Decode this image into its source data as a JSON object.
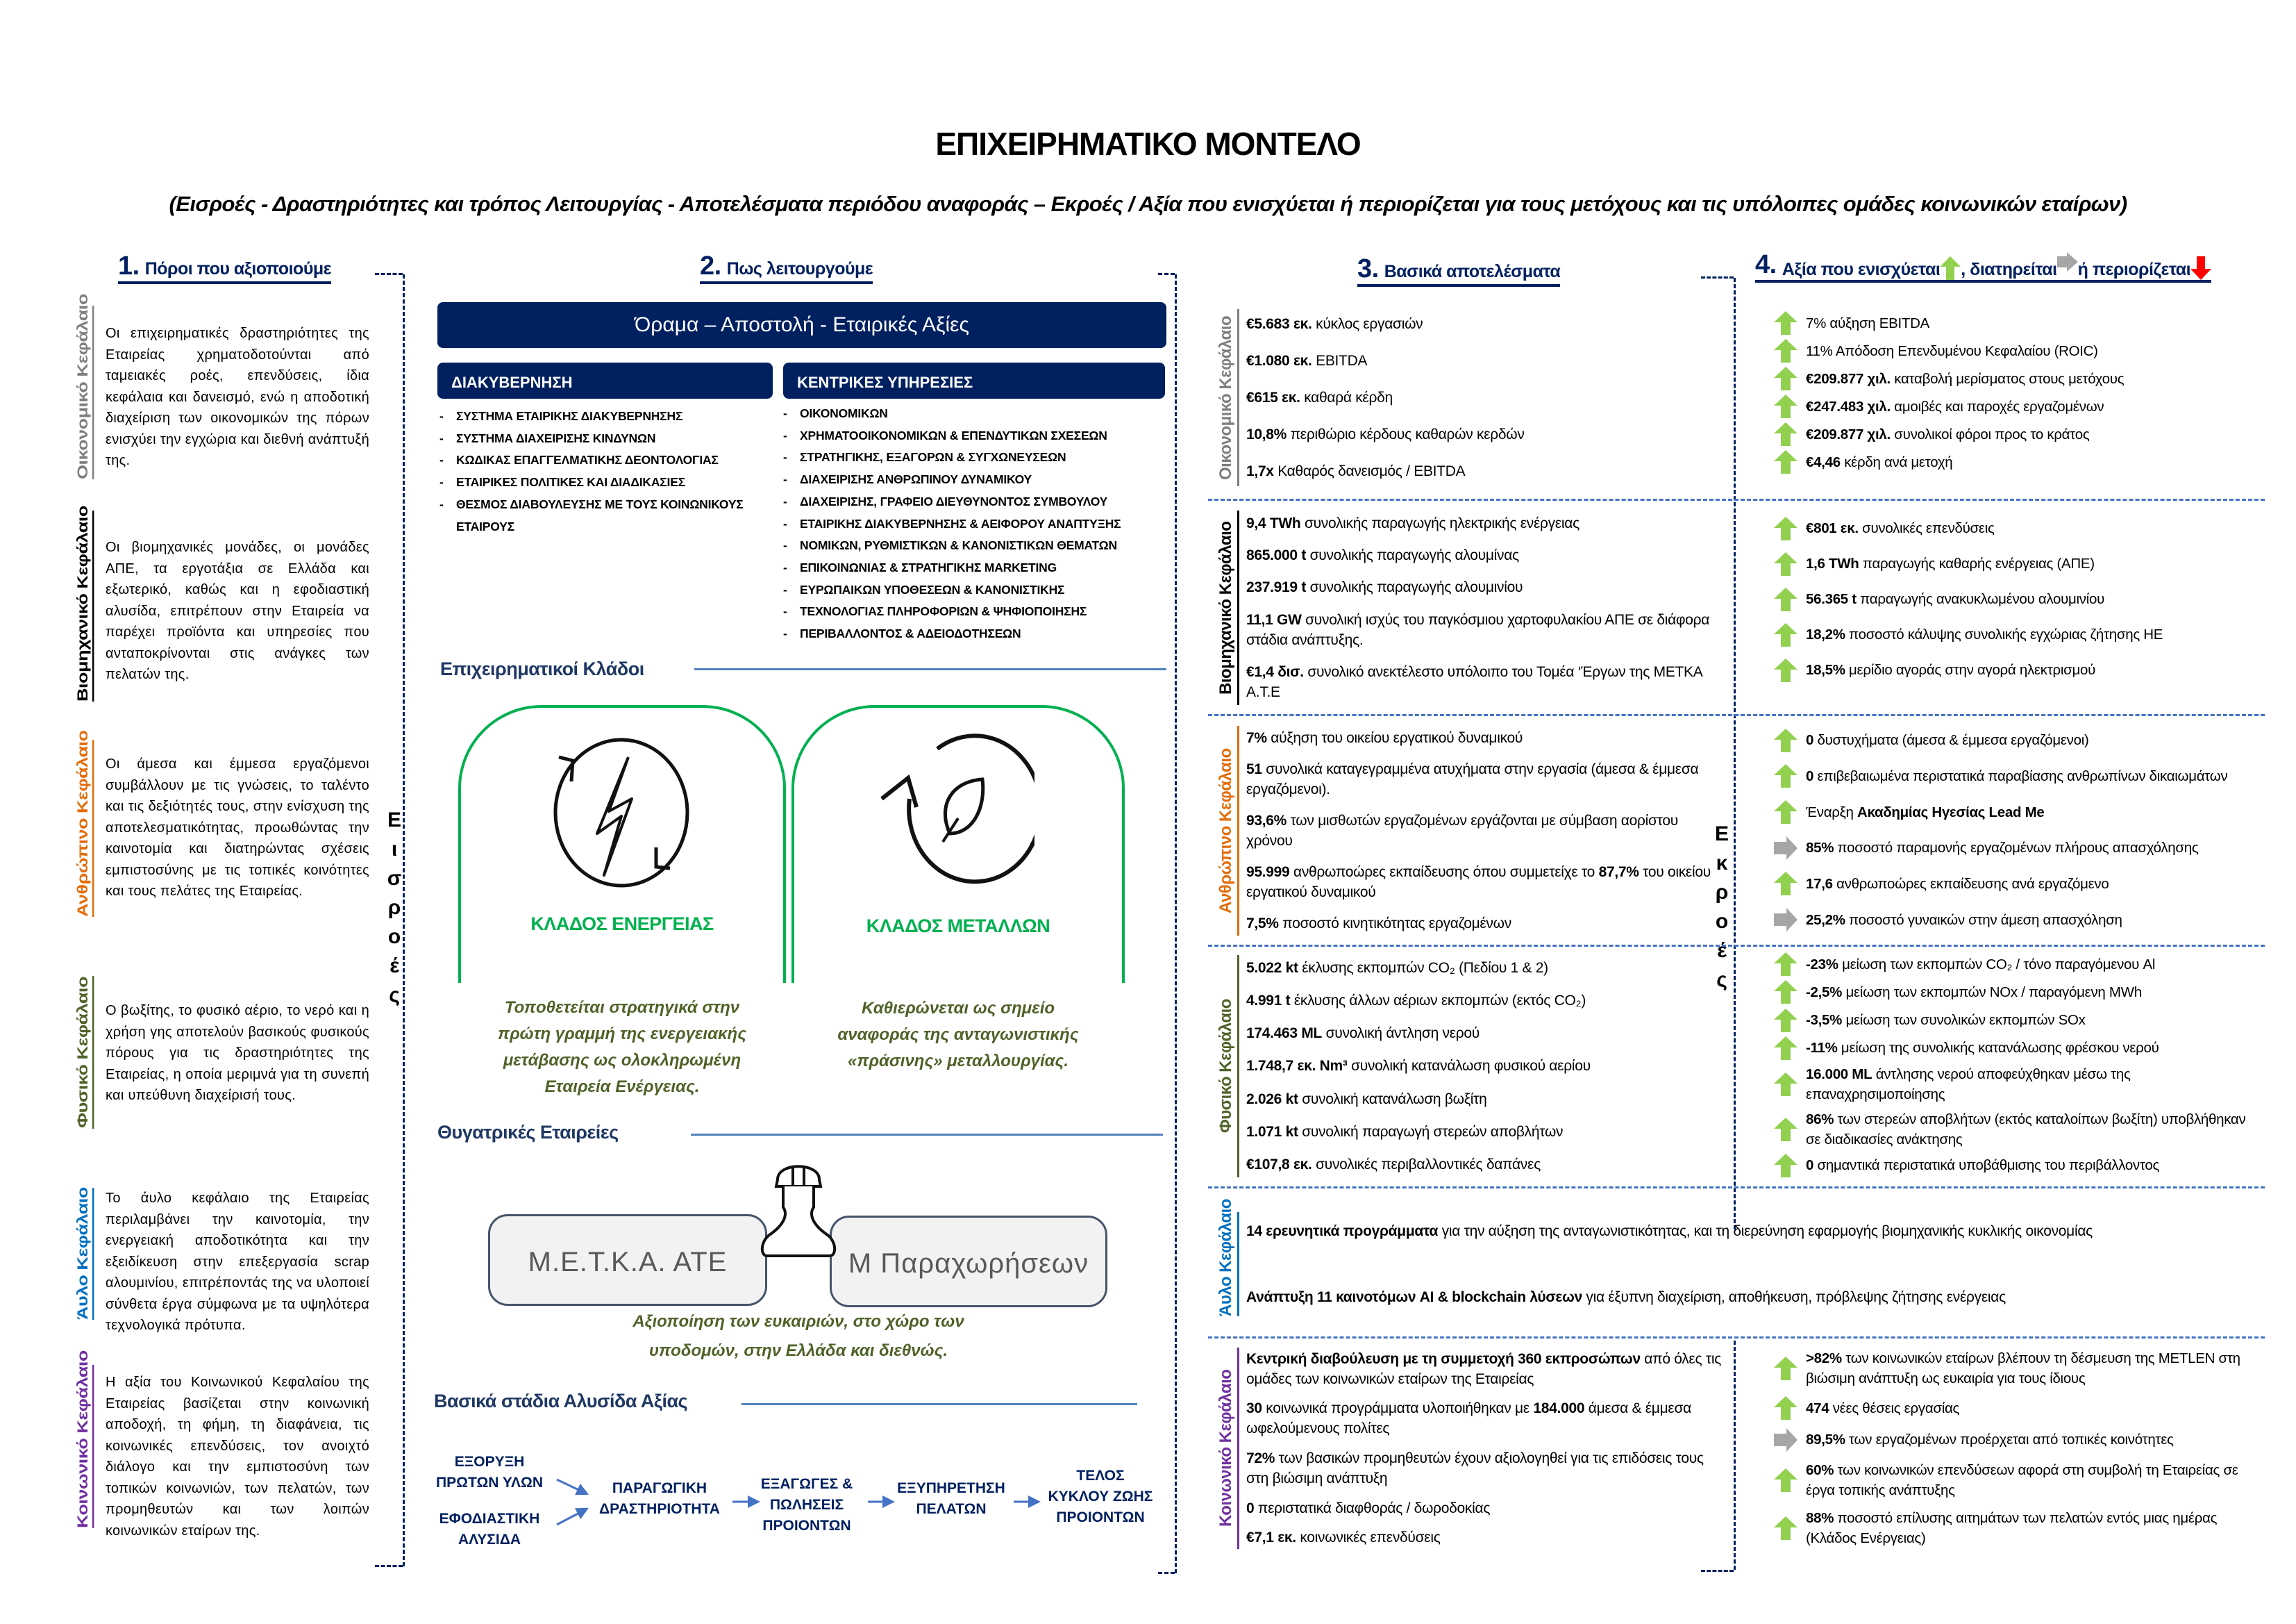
{
  "header": {
    "title": "ΕΠΙΧΕΙΡΗΜΑΤΙΚΟ ΜΟΝΤΕΛΟ",
    "subtitle": "(Εισροές - Δραστηριότητες και τρόπος Λειτουργίας - Αποτελέσματα περιόδου αναφοράς – Εκροές / Αξία που ενισχύεται ή περιορίζεται για τους μετόχους και τις υπόλοιπες ομάδες κοινωνικών εταίρων)"
  },
  "columns": {
    "c1": {
      "num": "1.",
      "title": "Πόροι που αξιοποιούμε"
    },
    "c2": {
      "num": "2.",
      "title": "Πως λειτουργούμε"
    },
    "c3": {
      "num": "3.",
      "title": "Βασικά αποτελέσματα"
    },
    "c4": {
      "num": "4.",
      "title_a": "Αξία που ενισχύεται",
      "title_b": ", διατηρείται",
      "title_c": " ή περιορίζεται"
    }
  },
  "inputs_label": "Εισροές",
  "outputs_label": "Εκροές",
  "capitals": [
    {
      "label": "Οικονομικό Κεφάλαιο",
      "color": "#7f7f7f",
      "text": "Οι επιχειρηματικές δραστηριότητες της Εταιρείας χρηματοδοτούνται από ταμειακές ροές, επενδύσεις, ίδια κεφάλαια και δανεισμό, ενώ η αποδοτική διαχείριση των οικονομικών της πόρων ενισχύει την εγχώρια και διεθνή ανάπτυξή της."
    },
    {
      "label": "Βιομηχανικό Κεφάλαιο",
      "color": "#000000",
      "text": "Οι βιομηχανικές μονάδες, οι μονάδες ΑΠΕ, τα εργοτάξια σε Ελλάδα και εξωτερικό, καθώς και η εφοδιαστική αλυσίδα, επιτρέπουν στην Εταιρεία να παρέχει προϊόντα και υπηρεσίες που ανταποκρίνονται στις ανάγκες των πελατών της."
    },
    {
      "label": "Ανθρώπινο Κεφάλαιο",
      "color": "#e36c09",
      "text": "Οι άμεσα και έμμεσα εργαζόμενοι συμβάλλουν με τις γνώσεις, το ταλέντο και τις δεξιότητές τους, στην ενίσχυση της αποτελεσματικότητας, προωθώντας την καινοτομία και διατηρώντας σχέσεις εμπιστοσύνης με τις τοπικές κοινότητες και τους πελάτες της Εταιρείας."
    },
    {
      "label": "Φυσικό Κεφάλαιο",
      "color": "#4f6228",
      "text": "Ο βωξίτης, το φυσικό αέριο, το νερό και η χρήση γης αποτελούν βασικούς φυσικούς πόρους για τις δραστηριότητες της Εταιρείας, η οποία μεριμνά για τη συνεπή και υπεύθυνη διαχείρισή τους."
    },
    {
      "label": "Άυλο Κεφάλαιο",
      "color": "#0070c0",
      "text": "Το άυλο κεφάλαιο της Εταιρείας περιλαμβάνει την καινοτομία, την ενεργειακή αποδοτικότητα και την εξειδίκευση στην επεξεργασία scrap αλουμινίου, επιτρέποντάς της να υλοποιεί σύνθετα έργα σύμφωνα με τα υψηλότερα τεχνολογικά πρότυπα."
    },
    {
      "label": "Κοινωνικό Κεφάλαιο",
      "color": "#7030a0",
      "text": "Η αξία του Κοινωνικού Κεφαλαίου της Εταιρείας βασίζεται στην κοινωνική αποδοχή, τη φήμη, τη διαφάνεια, τις κοινωνικές επενδύσεις, τον ανοιχτό διάλογο και την εμπιστοσύνη των τοπικών κοινωνιών, των πελατών, των προμηθευτών και των λοιπών κοινωνικών εταίρων της."
    }
  ],
  "operations": {
    "vision": "Όραμα – Αποστολή - Εταιρικές Αξίες",
    "governance": {
      "title": "ΔΙΑΚΥΒΕΡΝΗΣΗ",
      "items": [
        "ΣΥΣΤΗΜΑ ΕΤΑΙΡΙΚΗΣ ΔΙΑΚΥΒΕΡΝΗΣΗΣ",
        "ΣΥΣΤΗΜΑ ΔΙΑΧΕΙΡΙΣΗΣ ΚΙΝΔΥΝΩΝ",
        "ΚΩΔΙΚΑΣ ΕΠΑΓΓΕΛΜΑΤΙΚΗΣ ΔΕΟΝΤΟΛΟΓΙΑΣ",
        "ΕΤΑΙΡΙΚΕΣ ΠΟΛΙΤΙΚΕΣ ΚΑΙ ΔΙΑΔΙΚΑΣΙΕΣ",
        "ΘΕΣΜΟΣ ΔΙΑΒΟΥΛΕΥΣΗΣ ΜΕ ΤΟΥΣ ΚΟΙΝΩΝΙΚΟΥΣ",
        "ΕΤΑΙΡΟΥΣ"
      ]
    },
    "services": {
      "title": "ΚΕΝΤΡΙΚΕΣ ΥΠΗΡΕΣΙΕΣ",
      "items": [
        "ΟΙΚΟΝΟΜΙΚΩΝ",
        "ΧΡΗΜΑΤΟΟΙΚΟΝΟΜΙΚΩΝ & ΕΠΕΝΔΥΤΙΚΩΝ ΣΧΕΣΕΩΝ",
        "ΣΤΡΑΤΗΓΙΚΗΣ, ΕΞΑΓΟΡΩΝ & ΣΥΓΧΩΝΕΥΣΕΩΝ",
        "ΔΙΑΧΕΙΡΙΣΗΣ ΑΝΘΡΩΠΙΝΟΥ ΔΥΝΑΜΙΚΟΥ",
        "ΔΙΑΧΕΙΡΙΣΗΣ, ΓΡΑΦΕΙΟ ΔΙΕΥΘΥΝΟΝΤΟΣ ΣΥΜΒΟΥΛΟΥ",
        "ΕΤΑΙΡΙΚΗΣ ΔΙΑΚΥΒΕΡΝΗΣΗΣ & ΑΕΙΦΟΡΟΥ ΑΝΑΠΤΥΞΗΣ",
        "ΝΟΜΙΚΩΝ, ΡΥΘΜΙΣΤΙΚΩΝ & ΚΑΝΟΝΙΣΤΙΚΩΝ ΘΕΜΑΤΩΝ",
        "ΕΠΙΚΟΙΝΩΝΙΑΣ & ΣΤΡΑΤΗΓΙΚΗΣ MARKETING",
        "ΕΥΡΩΠΑΙΚΩΝ ΥΠΟΘΕΣΕΩΝ & ΚΑΝΟΝΙΣΤΙΚΗΣ",
        "ΤΕΧΝΟΛΟΓΙΑΣ ΠΛΗΡΟΦΟΡΙΩΝ & ΨΗΦΙΟΠΟΙΗΣΗΣ",
        "ΠΕΡΙΒΑΛΛΟΝΤΟΣ & ΑΔΕΙΟΔΟΤΗΣΕΩΝ"
      ]
    },
    "sectors_title": "Επιχειρηματικοί Κλάδοι",
    "energy": {
      "label": "ΚΛΑΔΟΣ ΕΝΕΡΓΕΙΑΣ",
      "lines": [
        "Τοποθετείται στρατηγικά  στην",
        "πρώτη γραμμή της ενεργειακής",
        "μετάβασης ως ολοκληρωμένη",
        "Εταιρεία Ενέργειας."
      ]
    },
    "metals": {
      "label": "ΚΛΑΔΟΣ ΜΕΤΑΛΛΩΝ",
      "lines": [
        "Καθιερώνεται ως σημείο",
        "αναφοράς της ανταγωνιστικής",
        "«πράσινης» μεταλλουργίας."
      ]
    },
    "subsidiaries_title": "Θυγατρικές Εταιρείες",
    "subsidiaries": [
      "Μ.Ε.Τ.Κ.Α. ΑΤΕ",
      "Μ Παραχωρήσεων"
    ],
    "subsidiaries_lines": [
      "Αξιοποίηση των ευκαιριών, στο χώρο των",
      "υποδομών, στην Ελλάδα και διεθνώς."
    ],
    "value_chain_title": "Βασικά στάδια Αλυσίδα Αξίας",
    "stages": [
      [
        "ΕΞΟΡΥΞΗ",
        "ΠΡΩΤΩΝ ΥΛΩΝ"
      ],
      [
        "ΕΦΟΔΙΑΣΤΙΚΗ",
        "ΑΛΥΣΙΔΑ"
      ],
      [
        "ΠΑΡΑΓΩΓΙΚΗ",
        "ΔΡΑΣΤΗΡΙΟΤΗΤΑ"
      ],
      [
        "ΕΞΑΓΩΓΕΣ &",
        "ΠΩΛΗΣΕΙΣ",
        "ΠΡΟΙΟΝΤΩΝ"
      ],
      [
        "ΕΞΥΠΗΡΕΤΗΣΗ",
        "ΠΕΛΑΤΩΝ"
      ],
      [
        "ΤΕΛΟΣ",
        "ΚΥΚΛΟΥ ΖΩΗΣ",
        "ΠΡΟΙΟΝΤΩΝ"
      ]
    ]
  },
  "results": [
    {
      "label": "Οικονομικό Κεφάλαιο",
      "color": "#7f7f7f",
      "items": [
        {
          "segs": [
            {
              "b": "€5.683 εκ."
            },
            {
              "t": " κύκλος εργασιών"
            }
          ]
        },
        {
          "segs": [
            {
              "b": "€1.080 εκ."
            },
            {
              "t": " EBITDA"
            }
          ]
        },
        {
          "segs": [
            {
              "b": "€615 εκ."
            },
            {
              "t": " καθαρά κέρδη"
            }
          ]
        },
        {
          "segs": [
            {
              "b": "10,8%"
            },
            {
              "t": " περιθώριο κέρδους καθαρών κερδών"
            }
          ]
        },
        {
          "segs": [
            {
              "b": "1,7x"
            },
            {
              "t": " Καθαρός δανεισμός / EBITDA"
            }
          ]
        }
      ]
    },
    {
      "label": "Βιομηχανικό Κεφάλαιο",
      "color": "#000000",
      "items": [
        {
          "segs": [
            {
              "b": "9,4  TWh"
            },
            {
              "t": " συνολικής παραγωγής ηλεκτρικής ενέργειας"
            }
          ]
        },
        {
          "segs": [
            {
              "b": "865.000 t"
            },
            {
              "t": " συνολικής παραγωγής αλουμίνας"
            }
          ]
        },
        {
          "segs": [
            {
              "b": "237.919 t"
            },
            {
              "t": " συνολικής παραγωγής αλουμινίου"
            }
          ]
        },
        {
          "segs": [
            {
              "b": "11,1 GW"
            },
            {
              "t": " συνολική ισχύς του παγκόσμιου χαρτοφυλακίου ΑΠΕ  σε διάφορα στάδια ανάπτυξης."
            }
          ]
        },
        {
          "segs": [
            {
              "b": "€1,4  δισ."
            },
            {
              "t": " συνολικό ανεκτέλεστο υπόλοιπο του Τομέα ‘Έργων της ΜΕΤΚΑ Α.Τ.Ε"
            }
          ]
        }
      ]
    },
    {
      "label": "Ανθρώπινο Κεφάλαιο",
      "color": "#e36c09",
      "items": [
        {
          "segs": [
            {
              "b": "7%"
            },
            {
              "t": " αύξηση του οικείου εργατικού δυναμικού"
            }
          ]
        },
        {
          "segs": [
            {
              "b": "51"
            },
            {
              "t": " συνολικά καταγεγραμμένα ατυχήματα στην εργασία (άμεσα & έμμεσα εργαζόμενοι)."
            }
          ]
        },
        {
          "segs": [
            {
              "b": "93,6%"
            },
            {
              "t": " των μισθωτών εργαζομένων εργάζονται με σύμβαση αορίστου χρόνου"
            }
          ]
        },
        {
          "segs": [
            {
              "b": "95.999"
            },
            {
              "t": "  ανθρωποώρες εκπαίδευσης όπου συμμετείχε το "
            },
            {
              "b": "87,7%"
            },
            {
              "t": " του οικείου εργατικού δυναμικού"
            }
          ]
        },
        {
          "segs": [
            {
              "b": "7,5%"
            },
            {
              "t": " ποσοστό κινητικότητας εργαζομένων"
            }
          ]
        }
      ]
    },
    {
      "label": "Φυσικό Κεφάλαιο",
      "color": "#4f6228",
      "items": [
        {
          "segs": [
            {
              "b": "5.022 kt"
            },
            {
              "t": " έκλυσης εκπομπών CO₂ (Πεδίου 1 & 2)"
            }
          ]
        },
        {
          "segs": [
            {
              "b": "4.991 t"
            },
            {
              "t": " έκλυσης άλλων αέριων εκπομπών (εκτός CO₂)"
            }
          ]
        },
        {
          "segs": [
            {
              "b": "174.463 ML"
            },
            {
              "t": " συνολική άντληση νερού"
            }
          ]
        },
        {
          "segs": [
            {
              "b": "1.748,7 εκ. Nm³"
            },
            {
              "t": " συνολική κατανάλωση φυσικού αερίου"
            }
          ]
        },
        {
          "segs": [
            {
              "b": "2.026 kt"
            },
            {
              "t": " συνολική κατανάλωση  βωξίτη"
            }
          ]
        },
        {
          "segs": [
            {
              "b": "1.071 kt"
            },
            {
              "t": " συνολική παραγωγή στερεών αποβλήτων"
            }
          ]
        },
        {
          "segs": [
            {
              "b": "€107,8 εκ."
            },
            {
              "t": " συνολικές περιβαλλοντικές δαπάνες"
            }
          ]
        }
      ]
    },
    {
      "label": "Άυλο Κεφάλαιο",
      "color": "#0070c0",
      "items": [
        {
          "segs": [
            {
              "b": "14 ερευνητικά προγράμματα"
            },
            {
              "t": " για την αύξηση της ανταγωνιστικότητας, και τη διερεύνηση εφαρμογής βιομηχανικής κυκλικής οικονομίας"
            }
          ]
        },
        {
          "segs": [
            {
              "b": "Ανάπτυξη 11 καινοτόμων AI & blockchain λύσεων"
            },
            {
              "t": " για έξυπνη διαχείριση, αποθήκευση, πρόβλεψης ζήτησης ενέργειας"
            }
          ]
        }
      ]
    },
    {
      "label": "Κοινωνικό Κεφάλαιο",
      "color": "#7030a0",
      "items": [
        {
          "segs": [
            {
              "b": "Κεντρική διαβούλευση με τη συμμετοχή 360 εκπροσώπων"
            },
            {
              "t": " από όλες τις ομάδες των κοινωνικών εταίρων της Εταιρείας"
            }
          ]
        },
        {
          "segs": [
            {
              "b": "30"
            },
            {
              "t": "  κοινωνικά προγράμματα υλοποιήθηκαν με "
            },
            {
              "b": "184.000"
            },
            {
              "t": " άμεσα & έμμεσα ωφελούμενους πολίτες"
            }
          ]
        },
        {
          "segs": [
            {
              "b": "72%"
            },
            {
              "t": " των βασικών προμηθευτών έχουν αξιολογηθεί για τις επιδόσεις τους στη βιώσιμη ανάπτυξη"
            }
          ]
        },
        {
          "segs": [
            {
              "b": "0"
            },
            {
              "t": " περιστατικά διαφθοράς / δωροδοκίας"
            }
          ]
        },
        {
          "segs": [
            {
              "b": "€7,1 εκ."
            },
            {
              "t": " κοινωνικές επενδύσεις"
            }
          ]
        }
      ]
    }
  ],
  "value": [
    {
      "items": [
        {
          "arrow": "up",
          "segs": [
            {
              "t": "7% αύξηση EBITDA"
            }
          ]
        },
        {
          "arrow": "up",
          "segs": [
            {
              "t": "11% Απόδοση Επενδυμένου Κεφαλαίου (ROIC)"
            }
          ]
        },
        {
          "arrow": "up",
          "segs": [
            {
              "b": "€209.877 χιλ."
            },
            {
              "t": " καταβολή μερίσματος στους μετόχους"
            }
          ]
        },
        {
          "arrow": "up",
          "segs": [
            {
              "b": "€247.483 χιλ."
            },
            {
              "t": " αμοιβές και παροχές εργαζομένων"
            }
          ]
        },
        {
          "arrow": "up",
          "segs": [
            {
              "b": "€209.877 χιλ."
            },
            {
              "t": " συνολικοί φόροι προς το κράτος"
            }
          ]
        },
        {
          "arrow": "up",
          "segs": [
            {
              "b": "€4,46"
            },
            {
              "t": "  κέρδη ανά μετοχή"
            }
          ]
        }
      ]
    },
    {
      "items": [
        {
          "arrow": "up",
          "segs": [
            {
              "b": "€801 εκ."
            },
            {
              "t": " συνολικές επενδύσεις"
            }
          ]
        },
        {
          "arrow": "up",
          "segs": [
            {
              "b": "1,6 TWh"
            },
            {
              "t": " παραγωγής καθαρής ενέργειας (ΑΠΕ)"
            }
          ]
        },
        {
          "arrow": "up",
          "segs": [
            {
              "b": "56.365 t"
            },
            {
              "t": " παραγωγής ανακυκλωμένου αλουμινίου"
            }
          ]
        },
        {
          "arrow": "up",
          "segs": [
            {
              "b": "18,2%"
            },
            {
              "t": "  ποσοστό κάλυψης συνολικής εγχώριας ζήτησης ΗΕ"
            }
          ]
        },
        {
          "arrow": "up",
          "segs": [
            {
              "b": "18,5%"
            },
            {
              "t": " μερίδιο αγοράς στην αγορά ηλεκτρισμού"
            }
          ]
        }
      ]
    },
    {
      "items": [
        {
          "arrow": "up",
          "segs": [
            {
              "b": "0"
            },
            {
              "t": " δυστυχήματα (άμεσα & έμμεσα εργαζόμενοι)"
            }
          ]
        },
        {
          "arrow": "up",
          "segs": [
            {
              "b": "0"
            },
            {
              "t": " επιβεβαιωμένα περιστατικά παραβίασης ανθρωπίνων δικαιωμάτων"
            }
          ]
        },
        {
          "arrow": "up",
          "segs": [
            {
              "t": "Έναρξη "
            },
            {
              "b": "Ακαδημίας Ηγεσίας Lead Me"
            }
          ]
        },
        {
          "arrow": "right",
          "segs": [
            {
              "b": "85%"
            },
            {
              "t": " ποσοστό παραμονής εργαζομένων πλήρους απασχόλησης"
            }
          ]
        },
        {
          "arrow": "up",
          "segs": [
            {
              "b": "17,6"
            },
            {
              "t": " ανθρωποώρες εκπαίδευσης ανά εργαζόμενο"
            }
          ]
        },
        {
          "arrow": "right",
          "segs": [
            {
              "b": "25,2%"
            },
            {
              "t": " ποσοστό γυναικών στην άμεση απασχόληση"
            }
          ]
        }
      ]
    },
    {
      "items": [
        {
          "arrow": "up",
          "segs": [
            {
              "b": "-23%"
            },
            {
              "t": " μείωση των εκπομπών CO₂ / τόνο παραγόμενου Al"
            }
          ]
        },
        {
          "arrow": "up",
          "segs": [
            {
              "b": "-2,5%"
            },
            {
              "t": " μείωση των εκπομπών NOx / παραγόμενη MWh"
            }
          ]
        },
        {
          "arrow": "up",
          "segs": [
            {
              "b": "-3,5%"
            },
            {
              "t": " μείωση των συνολικών εκπομπών SOx"
            }
          ]
        },
        {
          "arrow": "up",
          "segs": [
            {
              "b": "-11%"
            },
            {
              "t": " μείωση της συνολικής κατανάλωσης φρέσκου νερού"
            }
          ]
        },
        {
          "arrow": "up",
          "segs": [
            {
              "b": "16.000 ML"
            },
            {
              "t": " άντλησης νερού αποφεύχθηκαν μέσω της επαναχρησιμοποίησης"
            }
          ]
        },
        {
          "arrow": "up",
          "segs": [
            {
              "b": "86%"
            },
            {
              "t": " των στερεών αποβλήτων (εκτός καταλοίπων βωξίτη) υποβλήθηκαν σε διαδικασίες ανάκτησης"
            }
          ]
        },
        {
          "arrow": "up",
          "segs": [
            {
              "b": "0"
            },
            {
              "t": " σημαντικά περιστατικά υποβάθμισης του περιβάλλοντος"
            }
          ]
        }
      ]
    },
    {
      "items": [
        {
          "arrow": "up",
          "segs": [
            {
              "b": ">82%"
            },
            {
              "t": " των κοινωνικών εταίρων βλέπουν τη δέσμευση της METLEN στη βιώσιμη ανάπτυξη ως ευκαιρία για τους ίδιους"
            }
          ]
        },
        {
          "arrow": "up",
          "segs": [
            {
              "b": "474"
            },
            {
              "t": "  νέες θέσεις εργασίας"
            }
          ]
        },
        {
          "arrow": "right",
          "segs": [
            {
              "b": "89,5%"
            },
            {
              "t": " των εργαζομένων προέρχεται από τοπικές κοινότητες"
            }
          ]
        },
        {
          "arrow": "up",
          "segs": [
            {
              "b": "60%"
            },
            {
              "t": " των κοινωνικών επενδύσεων αφορά στη συμβολή τη Εταιρείας σε έργα τοπικής ανάπτυξης"
            }
          ]
        },
        {
          "arrow": "up",
          "segs": [
            {
              "b": "88%"
            },
            {
              "t": " ποσοστό επίλυσης αιτημάτων των πελατών εντός μιας ημέρας (Κλάδος Ενέργειας)"
            }
          ]
        }
      ]
    }
  ],
  "colors": {
    "navy": "#002060",
    "up": "#92d050",
    "same": "#a6a6a6",
    "down": "#ff0000",
    "green": "#00b050"
  }
}
